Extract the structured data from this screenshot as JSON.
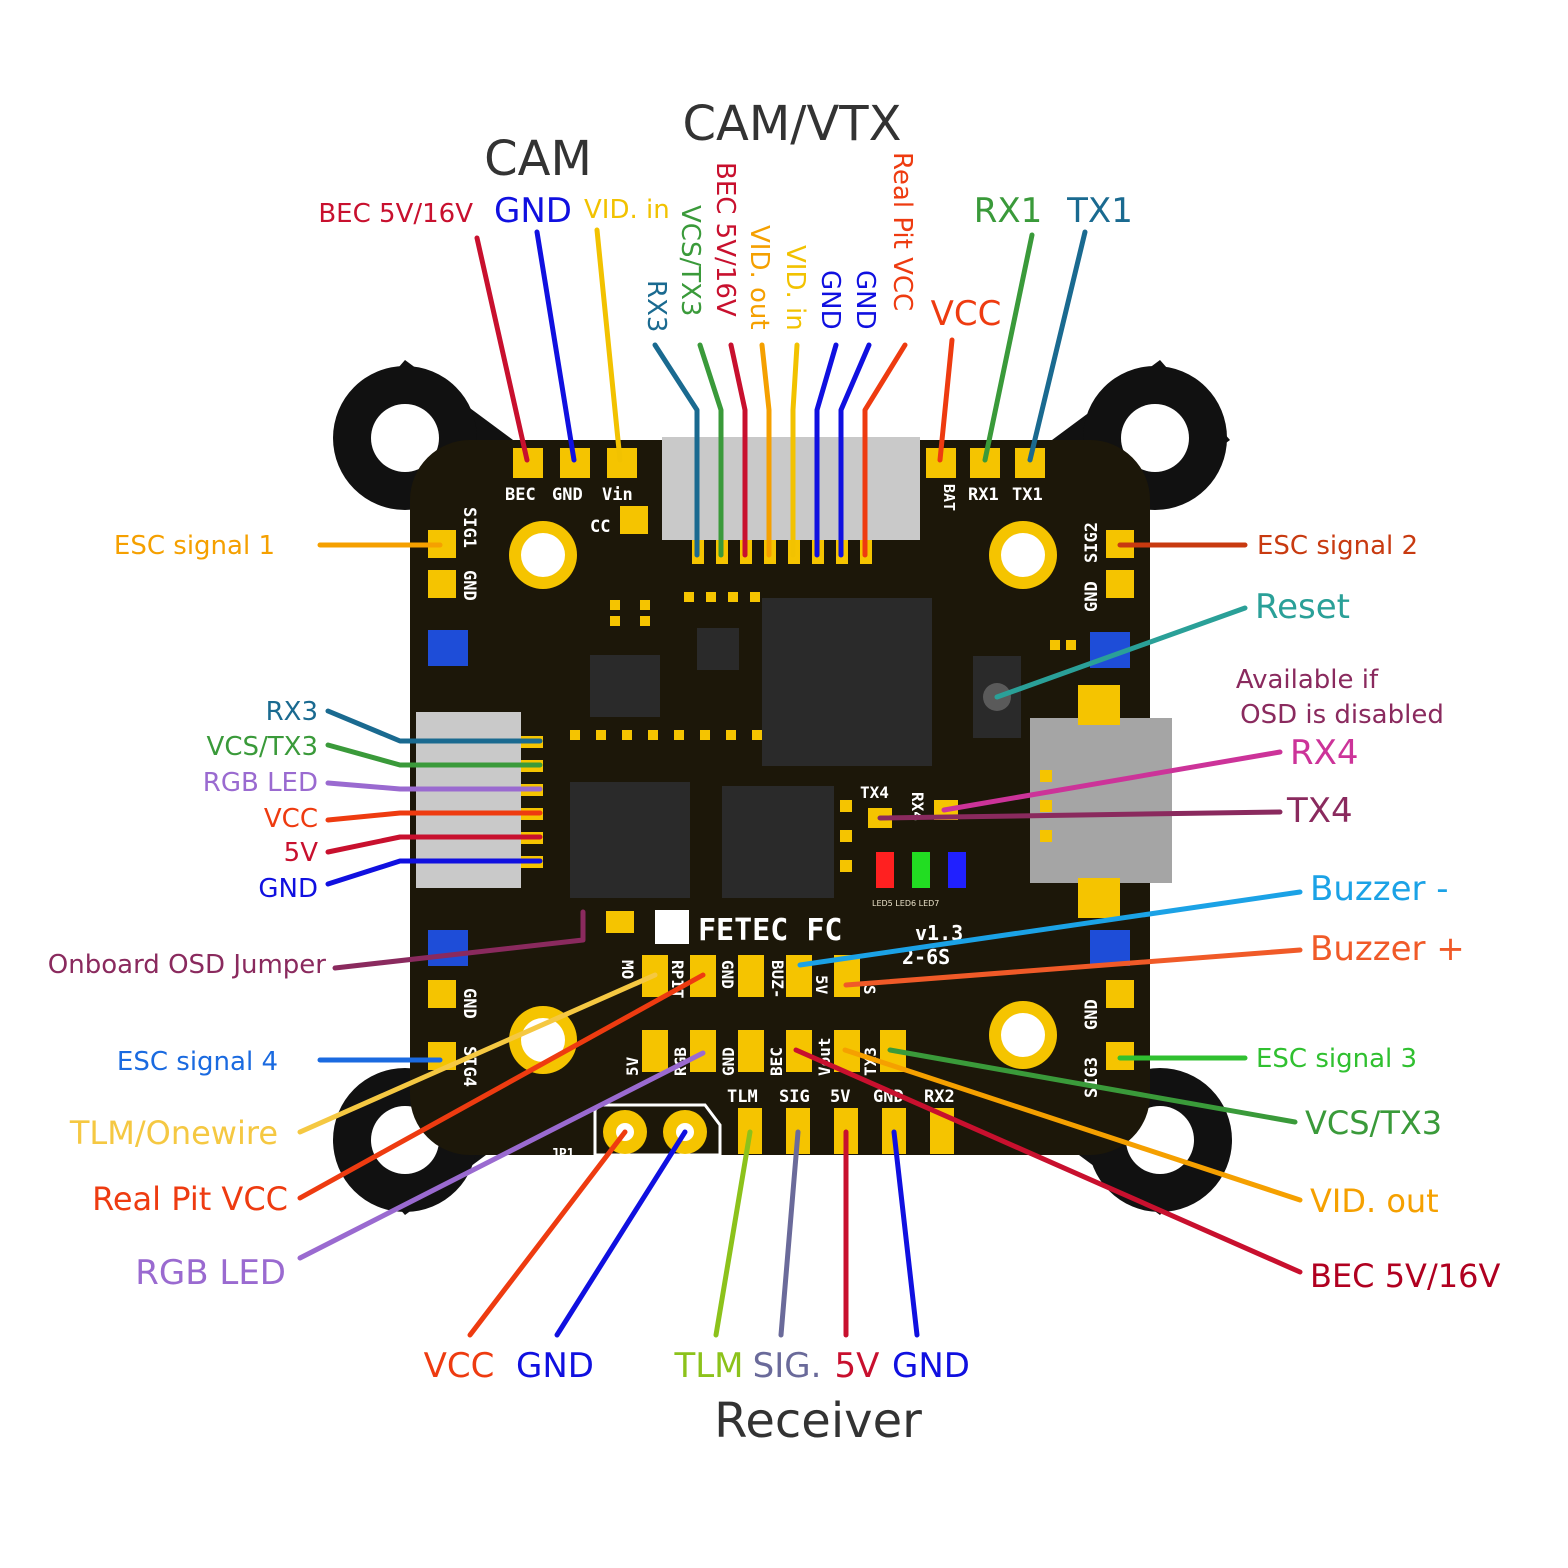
{
  "headings": {
    "cam": "CAM",
    "cam_vtx": "CAM/VTX",
    "receiver": "Receiver"
  },
  "colors": {
    "red": "#c8102e",
    "darkred": "#b00020",
    "blue": "#1010e0",
    "yellow": "#f2c200",
    "orange": "#f5a000",
    "orange_red": "#ee3b10",
    "green": "#3a9a3a",
    "teal": "#1a6a90",
    "purple": "#9a6ad0",
    "magenta": "#cc3399",
    "plum": "#8a2a5e",
    "sky": "#1ba2e6",
    "reset": "#2aa098",
    "buzzer_plus": "#f05a28",
    "lime": "#8cc21b",
    "slate": "#6a6a9a",
    "esc4": "#1a6ae0",
    "esc3": "#30c030",
    "pcb": "#1c1709",
    "frame": "#111111",
    "pad": "#f5c400"
  },
  "top_labels": {
    "bec_5v16v": "BEC 5V/16V",
    "gnd": "GND",
    "vid_in": "VID. in",
    "vcc": "VCC",
    "rx1": "RX1",
    "tx1": "TX1"
  },
  "vtx_labels": [
    "RX3",
    "VCS/TX3",
    "BEC 5V/16V",
    "VID. out",
    "VID. in",
    "GND",
    "GND",
    "Real Pit VCC"
  ],
  "right_labels": {
    "esc_signal_2": "ESC signal 2",
    "reset": "Reset",
    "available_line1": "Available if",
    "available_line2": "OSD is disabled",
    "rx4": "RX4",
    "tx4": "TX4",
    "buzzer_minus": "Buzzer -",
    "buzzer_plus": "Buzzer +",
    "esc_signal_3": "ESC signal 3",
    "vcs_tx3": "VCS/TX3",
    "vid_out": "VID. out",
    "bec_5v16v": "BEC 5V/16V"
  },
  "left_labels": {
    "esc_signal_1": "ESC signal 1",
    "rx3": "RX3",
    "vcs_tx3": "VCS/TX3",
    "rgb_led": "RGB LED",
    "vcc": "VCC",
    "five_v": "5V",
    "gnd": "GND",
    "onboard_osd_jumper": "Onboard OSD Jumper",
    "esc_signal_4": "ESC signal 4",
    "tlm_onewire": "TLM/Onewire",
    "real_pit_vcc": "Real Pit VCC",
    "rgb_led_big": "RGB LED"
  },
  "bottom_labels": {
    "vcc": "VCC",
    "gnd": "GND",
    "tlm": "TLM",
    "sig": "SIG.",
    "five_v": "5V",
    "gnd2": "GND"
  },
  "silkscreen": {
    "bec": "BEC",
    "gnd": "GND",
    "vin": "Vin",
    "cc": "CC",
    "rx1": "RX1",
    "tx1": "TX1",
    "bat": "BAT",
    "sig1": "SIG1",
    "gnd_left": "GND",
    "sig2": "SIG2",
    "gnd_right": "GND",
    "sig3": "SIG3",
    "gnd_r2": "GND",
    "sig4": "SIG4",
    "gnd_l2": "GND",
    "tx4": "TX4",
    "rx4": "RX4",
    "led_labels": "LED5 LED6 LED7",
    "brand": "FETEC FC",
    "version": "v1.3",
    "cells": "2-6S",
    "row1": [
      "MO",
      "RPIT",
      "GND",
      "BUZ-",
      "5V",
      "S"
    ],
    "row2": [
      "5V",
      "RGB",
      "GND",
      "BEC",
      "Vout",
      "TX3"
    ],
    "rx_row": [
      "TLM",
      "SIG",
      "5V",
      "GND",
      "RX2"
    ],
    "jp1": "JP1"
  }
}
